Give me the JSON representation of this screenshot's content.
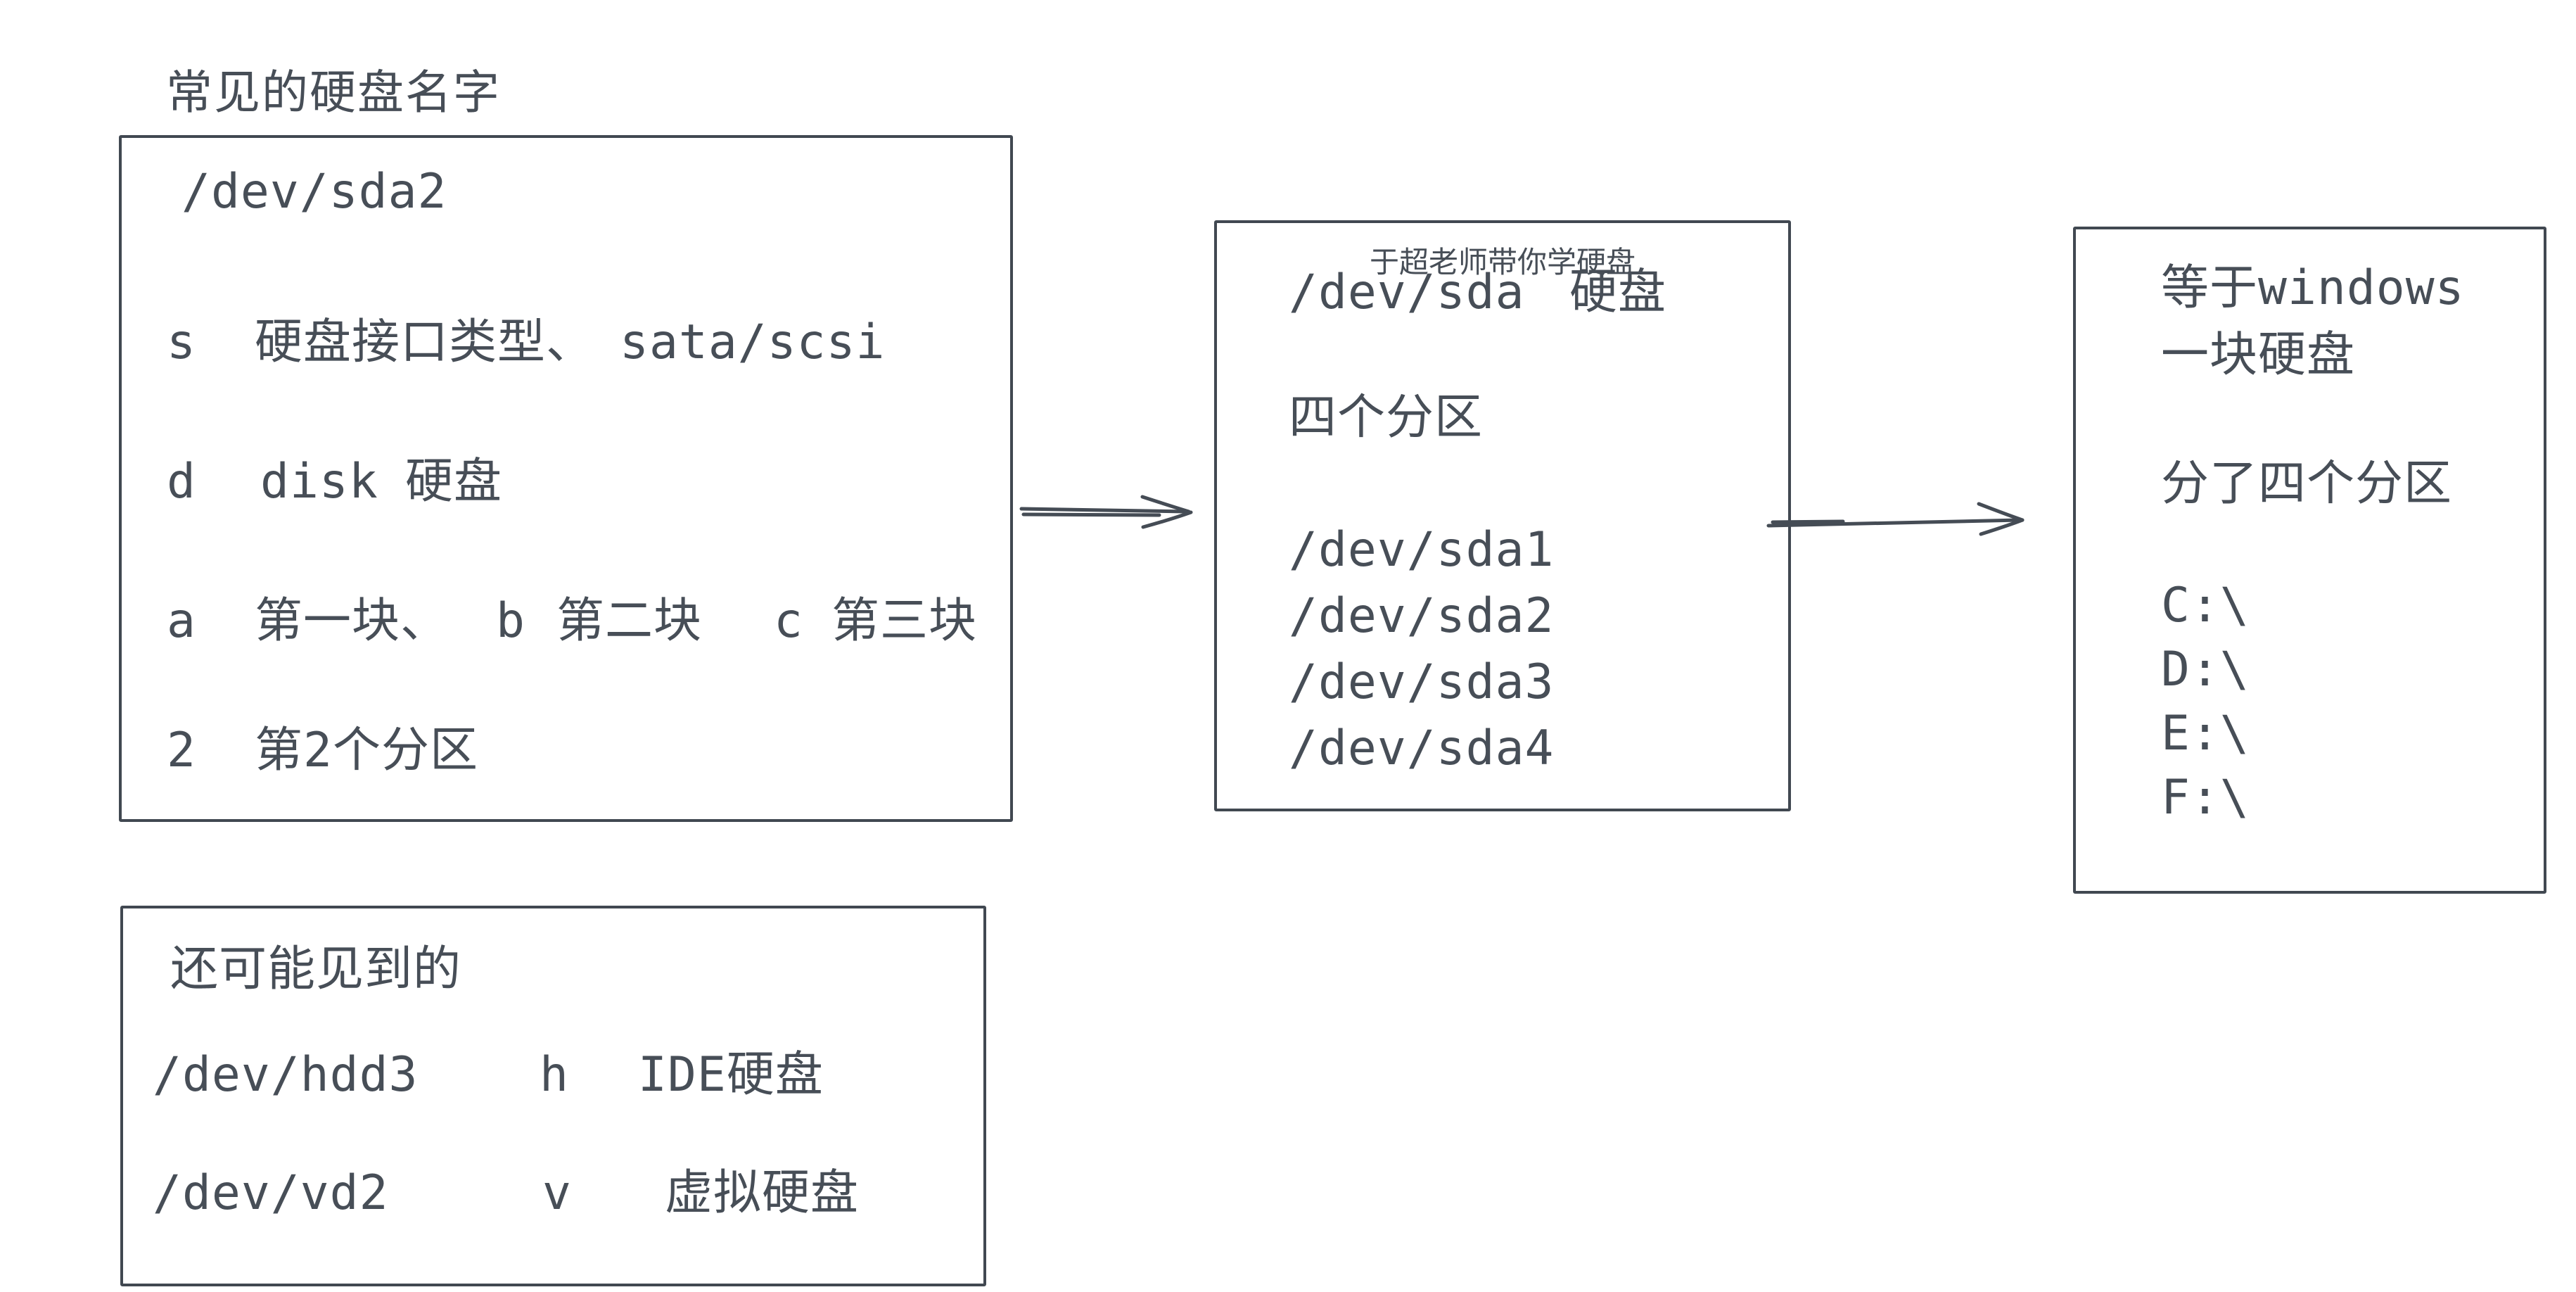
{
  "canvas": {
    "ink": "#474e57",
    "border": "#414851",
    "background": "#ffffff"
  },
  "title": "常见的硬盘名字",
  "box1": {
    "heading_code": "/dev/sda2",
    "row_s": {
      "key": "s",
      "text": "硬盘接口类型、",
      "code": "sata/scsi"
    },
    "row_d": {
      "key": "d",
      "code": "disk",
      "text": "硬盘"
    },
    "row_a": {
      "key_a": "a",
      "text_a": "第一块、",
      "key_b": "b",
      "text_b": "第二块",
      "key_c": "c",
      "text_c": "第三块"
    },
    "row_2": {
      "key": "2",
      "text": "第2个分区"
    }
  },
  "box2": {
    "watermark": "于超老师带你学硬盘",
    "heading_code": "/dev/sda",
    "heading_text": "硬盘",
    "subtitle": "四个分区",
    "partitions": [
      "/dev/sda1",
      "/dev/sda2",
      "/dev/sda3",
      "/dev/sda4"
    ]
  },
  "box3": {
    "line1_text": "等于",
    "line1_code": "windows",
    "line2": "一块硬盘",
    "line3": "分了四个分区",
    "drives": [
      "C:\\",
      "D:\\",
      "E:\\",
      "F:\\"
    ]
  },
  "box4": {
    "title": "还可能见到的",
    "rows": [
      {
        "code": "/dev/hdd3",
        "key": "h",
        "text": "IDE硬盘"
      },
      {
        "code": "/dev/vd2",
        "key": "v",
        "text": "虚拟硬盘"
      }
    ]
  }
}
